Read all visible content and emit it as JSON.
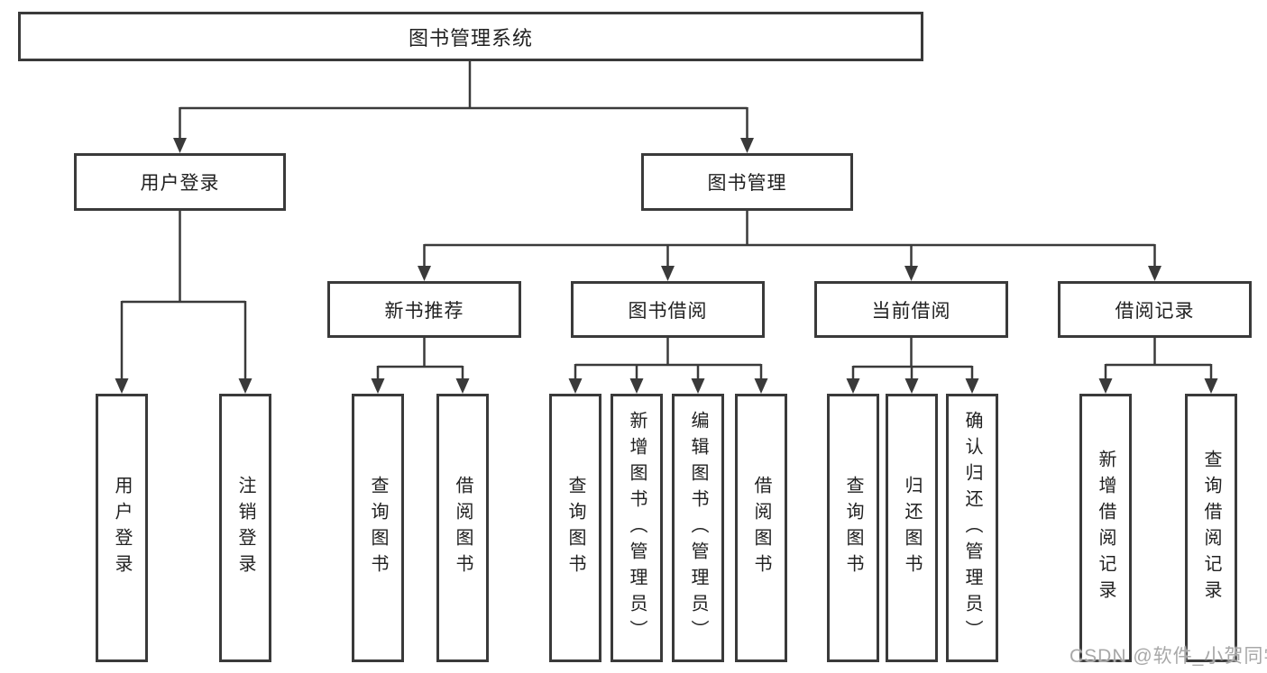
{
  "nodes": {
    "root": "图书管理系统",
    "user_login": "用户登录",
    "book_management": "图书管理",
    "new_book_recommend": "新书推荐",
    "book_borrow": "图书借阅",
    "current_borrow": "当前借阅",
    "borrow_records": "借阅记录"
  },
  "leaves": {
    "login": [
      "用户登录",
      "注销登录"
    ],
    "recommend": [
      "查询图书",
      "借阅图书"
    ],
    "borrow": [
      "查询图书",
      "新增图书（管理员）",
      "编辑图书（管理员）",
      "借阅图书"
    ],
    "current": [
      "查询图书",
      "归还图书",
      "确认归还（管理员）"
    ],
    "records": [
      "新增借阅记录",
      "查询借阅记录"
    ]
  },
  "watermark": "CSDN @软件_小贺同学",
  "colors": {
    "line": "#3a3a3a",
    "text": "#212121",
    "watermark": "#a8a8a8",
    "background": "#ffffff"
  }
}
